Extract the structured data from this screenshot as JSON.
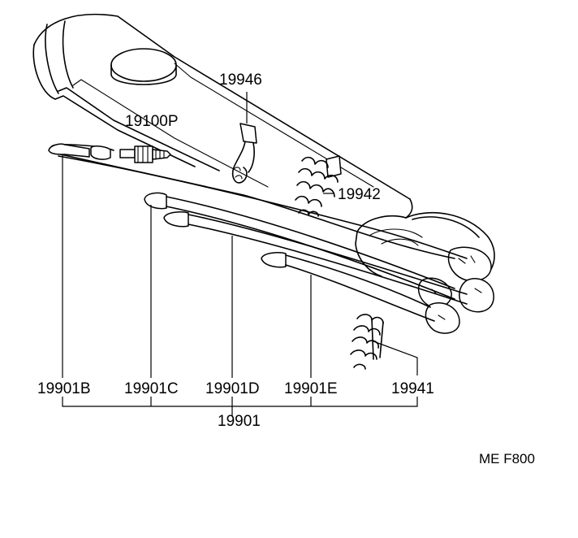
{
  "labels": {
    "spark_plug": "19100P",
    "clip_19946": "19946",
    "clip_19942": "19942",
    "cord_b": "19901B",
    "cord_c": "19901C",
    "cord_d": "19901D",
    "cord_e": "19901E",
    "clip_19941": "19941",
    "cord_set": "19901"
  },
  "reference_code": "ME F800"
}
